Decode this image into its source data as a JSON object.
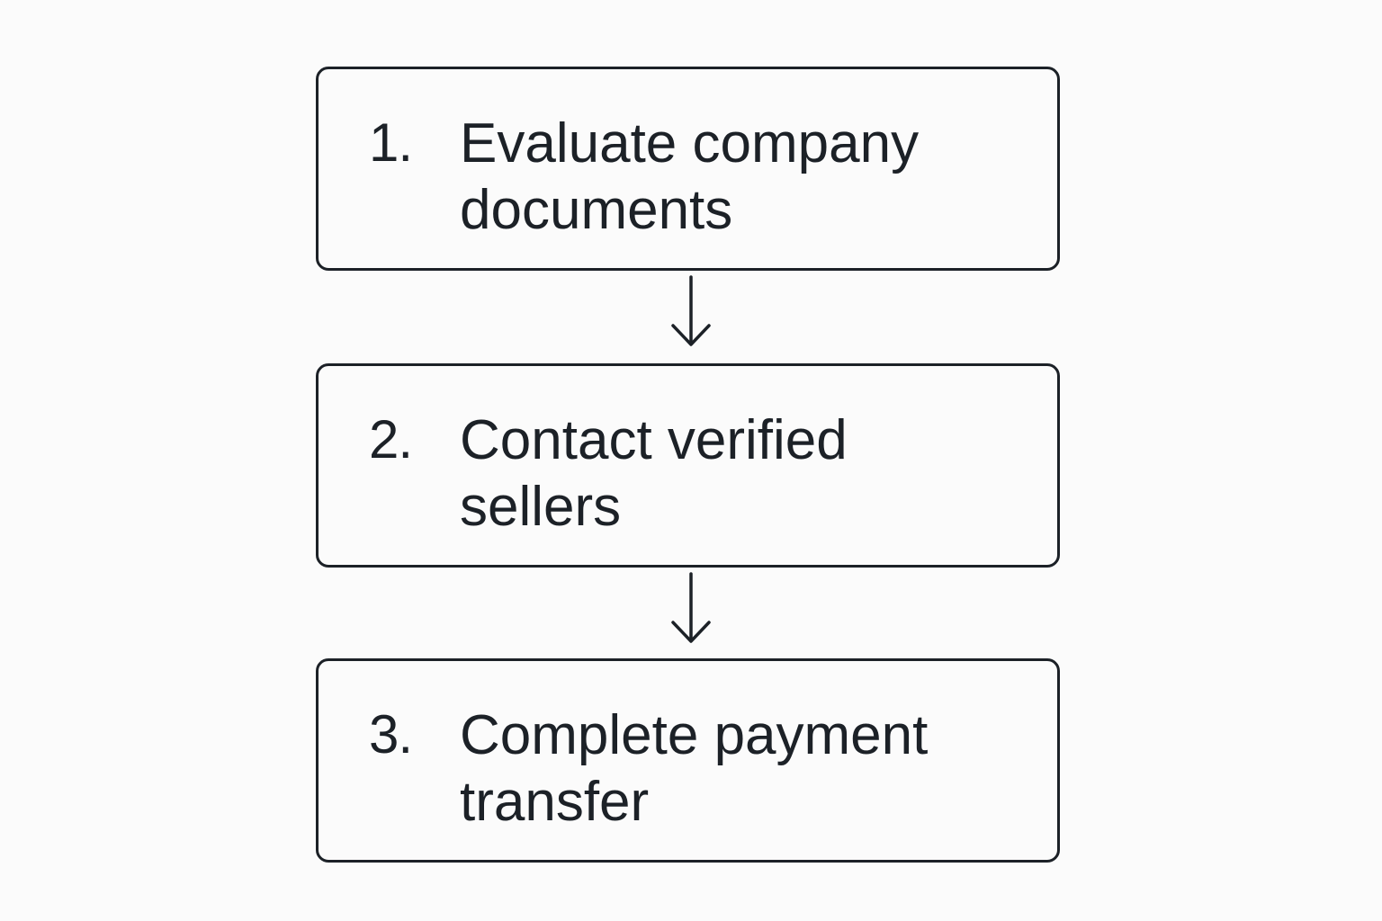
{
  "steps": [
    {
      "number": "1.",
      "line1": "Evaluate company",
      "line2": "documents"
    },
    {
      "number": "2.",
      "line1": "Contact verified",
      "line2": "sellers"
    },
    {
      "number": "3.",
      "line1": "Complete payment",
      "line2": "transfer"
    }
  ],
  "icons": [
    "arrow-down-icon",
    "arrow-down-icon"
  ],
  "colors": {
    "stroke": "#1c2127",
    "background": "#fbfbfb"
  }
}
